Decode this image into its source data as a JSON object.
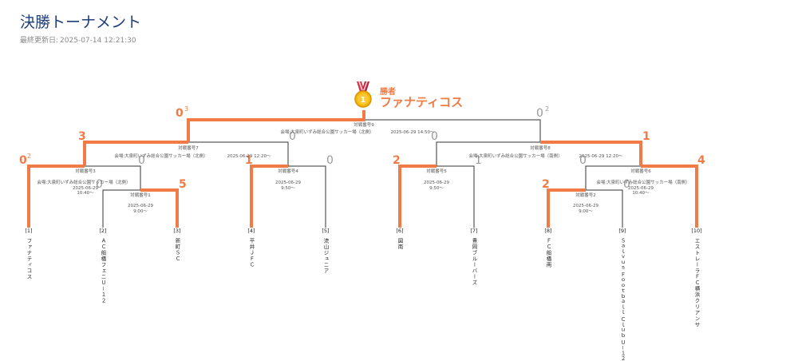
{
  "header": {
    "title": "決勝トーナメント",
    "updated_label": "最終更新日:",
    "updated_value": "2025-07-14 12:21:30"
  },
  "winner": {
    "label": "勝者",
    "name": "ファナティコス",
    "medal_number": "1"
  },
  "colors": {
    "accent": "#f07b47",
    "line": "#333333",
    "title": "#1f3f7a",
    "muted": "#8a8a8a"
  },
  "teams": [
    {
      "seed": "[1]",
      "name": "ファナティコス"
    },
    {
      "seed": "[2]",
      "name": "ＡＣ船橋フェニＵ－１２"
    },
    {
      "seed": "[3]",
      "name": "新町ＳＣ"
    },
    {
      "seed": "[4]",
      "name": "平井ＪＦＣ"
    },
    {
      "seed": "[5]",
      "name": "流山ジュニア"
    },
    {
      "seed": "[6]",
      "name": "図南"
    },
    {
      "seed": "[7]",
      "name": "豊岡ブルーバーズ"
    },
    {
      "seed": "[8]",
      "name": "ＦＣ船橋南"
    },
    {
      "seed": "[9]",
      "name": "Ｓａｌｖｕｓ Ｆｏｏｔｂａｌｌ Ｃｌｕｂ Ｕ－１２"
    },
    {
      "seed": "[10]",
      "name": "エストレーラＦＣ横浜クリアンサ"
    }
  ],
  "matches": [
    {
      "id": "m1",
      "number": "対戦番号1",
      "venue": "",
      "date": "2025-06-29",
      "time": "9:00〜",
      "score_left": "0",
      "score_right": "5"
    },
    {
      "id": "m2",
      "number": "対戦番号2",
      "venue": "",
      "date": "2025-06-29",
      "time": "9:00〜",
      "score_left": "2",
      "score_right": "0"
    },
    {
      "id": "m3",
      "number": "対戦番号3",
      "venue": "会場:大泉町いずみ総合公園サッカー場（北側）",
      "date": "2025-06-29",
      "time": "10:40〜",
      "score_left": "0",
      "score_left_pk": "2",
      "score_right": "0"
    },
    {
      "id": "m4",
      "number": "対戦番号4",
      "venue": "",
      "date": "2025-06-29",
      "time": "9:50〜",
      "score_left": "1",
      "score_right": "0"
    },
    {
      "id": "m5",
      "number": "対戦番号5",
      "venue": "",
      "date": "2025-06-29",
      "time": "9:50〜",
      "score_left": "2",
      "score_right": "1"
    },
    {
      "id": "m6",
      "number": "対戦番号6",
      "venue": "会場:大泉町いずみ総合公園サッカー場（南側）",
      "date": "2025-06-29",
      "time": "10:40〜",
      "score_left": "0",
      "score_right": "4"
    },
    {
      "id": "m7",
      "number": "対戦番号7",
      "venue": "会場:大泉町いずみ総合公園サッカー場（北側）",
      "date": "2025-06-29",
      "time": "12:20〜",
      "score_left": "3",
      "score_right": "0"
    },
    {
      "id": "m8",
      "number": "対戦番号8",
      "venue": "会場:大泉町いずみ総合公園サッカー場（南側）",
      "date": "2025-06-29",
      "time": "12:20〜",
      "score_left": "0",
      "score_right": "1"
    },
    {
      "id": "m9",
      "number": "対戦番号9",
      "venue": "会場:大泉町いずみ総合公園サッカー場（北側）",
      "date": "2025-06-29",
      "time": "14:50〜",
      "score_left": "0",
      "score_left_pk": "3",
      "score_right": "0",
      "score_right_pk": "2"
    }
  ]
}
